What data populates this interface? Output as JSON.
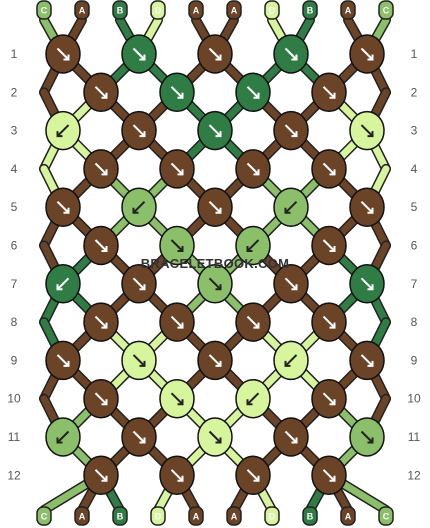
{
  "colors": {
    "A": "#6b4428",
    "B": "#2f7d45",
    "C": "#8bbf6a",
    "D": "#d6f59c"
  },
  "watermark": "BRACELETBOOK.COM",
  "top_strings": [
    "C",
    "A",
    "B",
    "D",
    "A",
    "A",
    "D",
    "B",
    "A",
    "C"
  ],
  "bottom_strings": [
    "C",
    "A",
    "B",
    "D",
    "A",
    "A",
    "D",
    "B",
    "A",
    "C"
  ],
  "row_labels": [
    "1",
    "2",
    "3",
    "4",
    "5",
    "6",
    "7",
    "8",
    "9",
    "10",
    "11",
    "12"
  ],
  "knot_rows": [
    [
      {
        "c": "A",
        "d": "dr"
      },
      {
        "c": "B",
        "d": "dr"
      },
      {
        "c": "A",
        "d": "dr"
      },
      {
        "c": "B",
        "d": "dr"
      },
      {
        "c": "A",
        "d": "dr"
      }
    ],
    [
      {
        "c": "A",
        "d": "dr"
      },
      {
        "c": "B",
        "d": "dr"
      },
      {
        "c": "B",
        "d": "dr"
      },
      {
        "c": "A",
        "d": "dr"
      }
    ],
    [
      {
        "c": "D",
        "d": "dl"
      },
      {
        "c": "A",
        "d": "dr"
      },
      {
        "c": "B",
        "d": "dr"
      },
      {
        "c": "A",
        "d": "dr"
      },
      {
        "c": "D",
        "d": "dr"
      }
    ],
    [
      {
        "c": "A",
        "d": "dr"
      },
      {
        "c": "A",
        "d": "dr"
      },
      {
        "c": "A",
        "d": "dr"
      },
      {
        "c": "A",
        "d": "dr"
      }
    ],
    [
      {
        "c": "A",
        "d": "dr"
      },
      {
        "c": "C",
        "d": "dl"
      },
      {
        "c": "A",
        "d": "dr"
      },
      {
        "c": "C",
        "d": "dl"
      },
      {
        "c": "A",
        "d": "dr"
      }
    ],
    [
      {
        "c": "A",
        "d": "dr"
      },
      {
        "c": "C",
        "d": "dr"
      },
      {
        "c": "C",
        "d": "dl"
      },
      {
        "c": "A",
        "d": "dr"
      }
    ],
    [
      {
        "c": "B",
        "d": "dl"
      },
      {
        "c": "A",
        "d": "dr"
      },
      {
        "c": "C",
        "d": "dr"
      },
      {
        "c": "A",
        "d": "dr"
      },
      {
        "c": "B",
        "d": "dr"
      }
    ],
    [
      {
        "c": "A",
        "d": "dr"
      },
      {
        "c": "A",
        "d": "dr"
      },
      {
        "c": "A",
        "d": "dr"
      },
      {
        "c": "A",
        "d": "dr"
      }
    ],
    [
      {
        "c": "A",
        "d": "dr"
      },
      {
        "c": "D",
        "d": "dr"
      },
      {
        "c": "A",
        "d": "dr"
      },
      {
        "c": "D",
        "d": "dl"
      },
      {
        "c": "A",
        "d": "dr"
      }
    ],
    [
      {
        "c": "A",
        "d": "dr"
      },
      {
        "c": "D",
        "d": "dr"
      },
      {
        "c": "D",
        "d": "dl"
      },
      {
        "c": "A",
        "d": "dr"
      }
    ],
    [
      {
        "c": "C",
        "d": "dl"
      },
      {
        "c": "A",
        "d": "dr"
      },
      {
        "c": "D",
        "d": "dr"
      },
      {
        "c": "A",
        "d": "dr"
      },
      {
        "c": "C",
        "d": "dr"
      }
    ],
    [
      {
        "c": "A",
        "d": "dr"
      },
      {
        "c": "A",
        "d": "dr"
      },
      {
        "c": "A",
        "d": "dr"
      },
      {
        "c": "A",
        "d": "dr"
      }
    ]
  ]
}
